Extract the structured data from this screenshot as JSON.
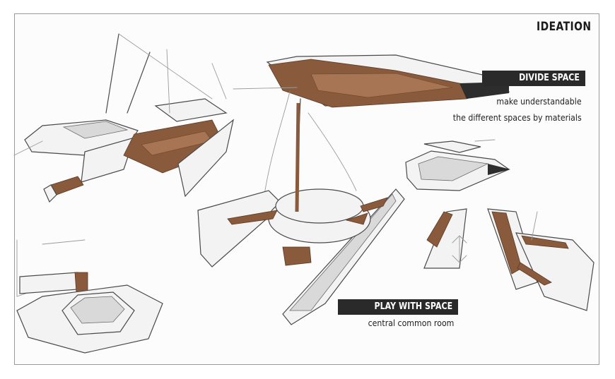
{
  "board": {
    "title": "IDEATION",
    "divide": {
      "heading": "DIVIDE SPACE",
      "line1": "make understandable",
      "line2": "the different spaces by materials"
    },
    "play": {
      "heading": "PLAY WITH SPACE",
      "line1": "central common room"
    }
  },
  "colors": {
    "wood": "#8a5a3c",
    "banner": "#2a2a2a",
    "frame": "#9a9a9a"
  }
}
